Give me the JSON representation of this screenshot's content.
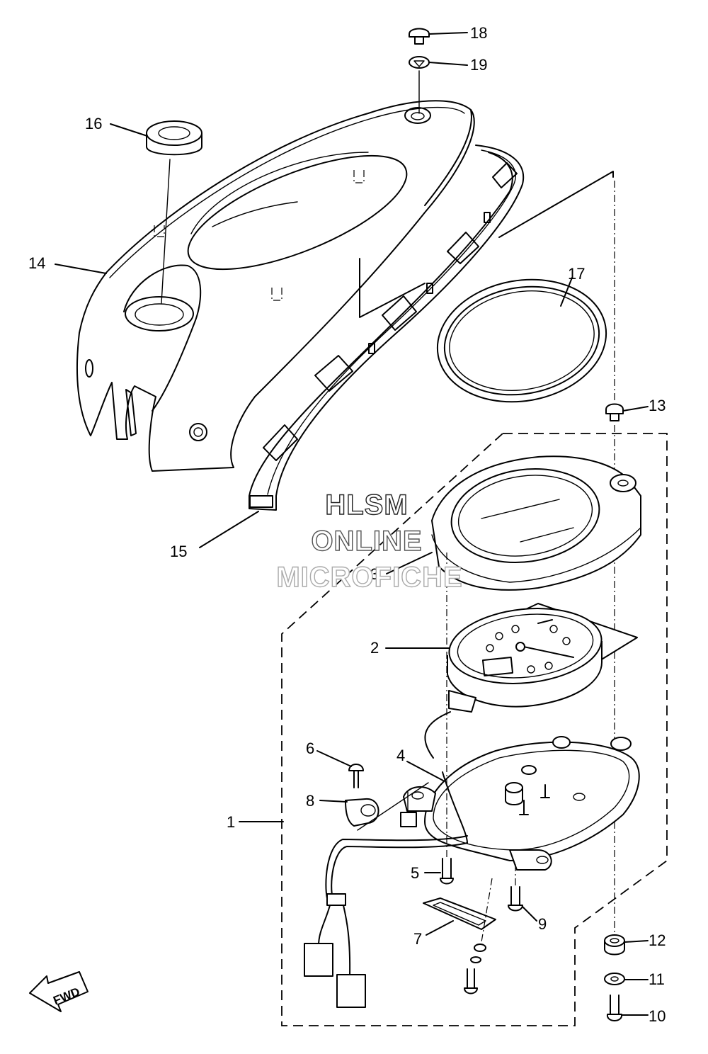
{
  "watermark": {
    "line1": "HLSM",
    "line2": "ONLINE",
    "line3": "MICROFICHE"
  },
  "fwd_label": "FWD",
  "callouts": [
    {
      "id": "c1",
      "number": "1"
    },
    {
      "id": "c2",
      "number": "2"
    },
    {
      "id": "c3",
      "number": "3"
    },
    {
      "id": "c4",
      "number": "4"
    },
    {
      "id": "c5",
      "number": "5"
    },
    {
      "id": "c6",
      "number": "6"
    },
    {
      "id": "c7",
      "number": "7"
    },
    {
      "id": "c8",
      "number": "8"
    },
    {
      "id": "c9",
      "number": "9"
    },
    {
      "id": "c10",
      "number": "10"
    },
    {
      "id": "c11",
      "number": "11"
    },
    {
      "id": "c12",
      "number": "12"
    },
    {
      "id": "c13",
      "number": "13"
    },
    {
      "id": "c14",
      "number": "14"
    },
    {
      "id": "c15",
      "number": "15"
    },
    {
      "id": "c16",
      "number": "16"
    },
    {
      "id": "c17",
      "number": "17"
    },
    {
      "id": "c18",
      "number": "18"
    },
    {
      "id": "c19",
      "number": "19"
    }
  ]
}
